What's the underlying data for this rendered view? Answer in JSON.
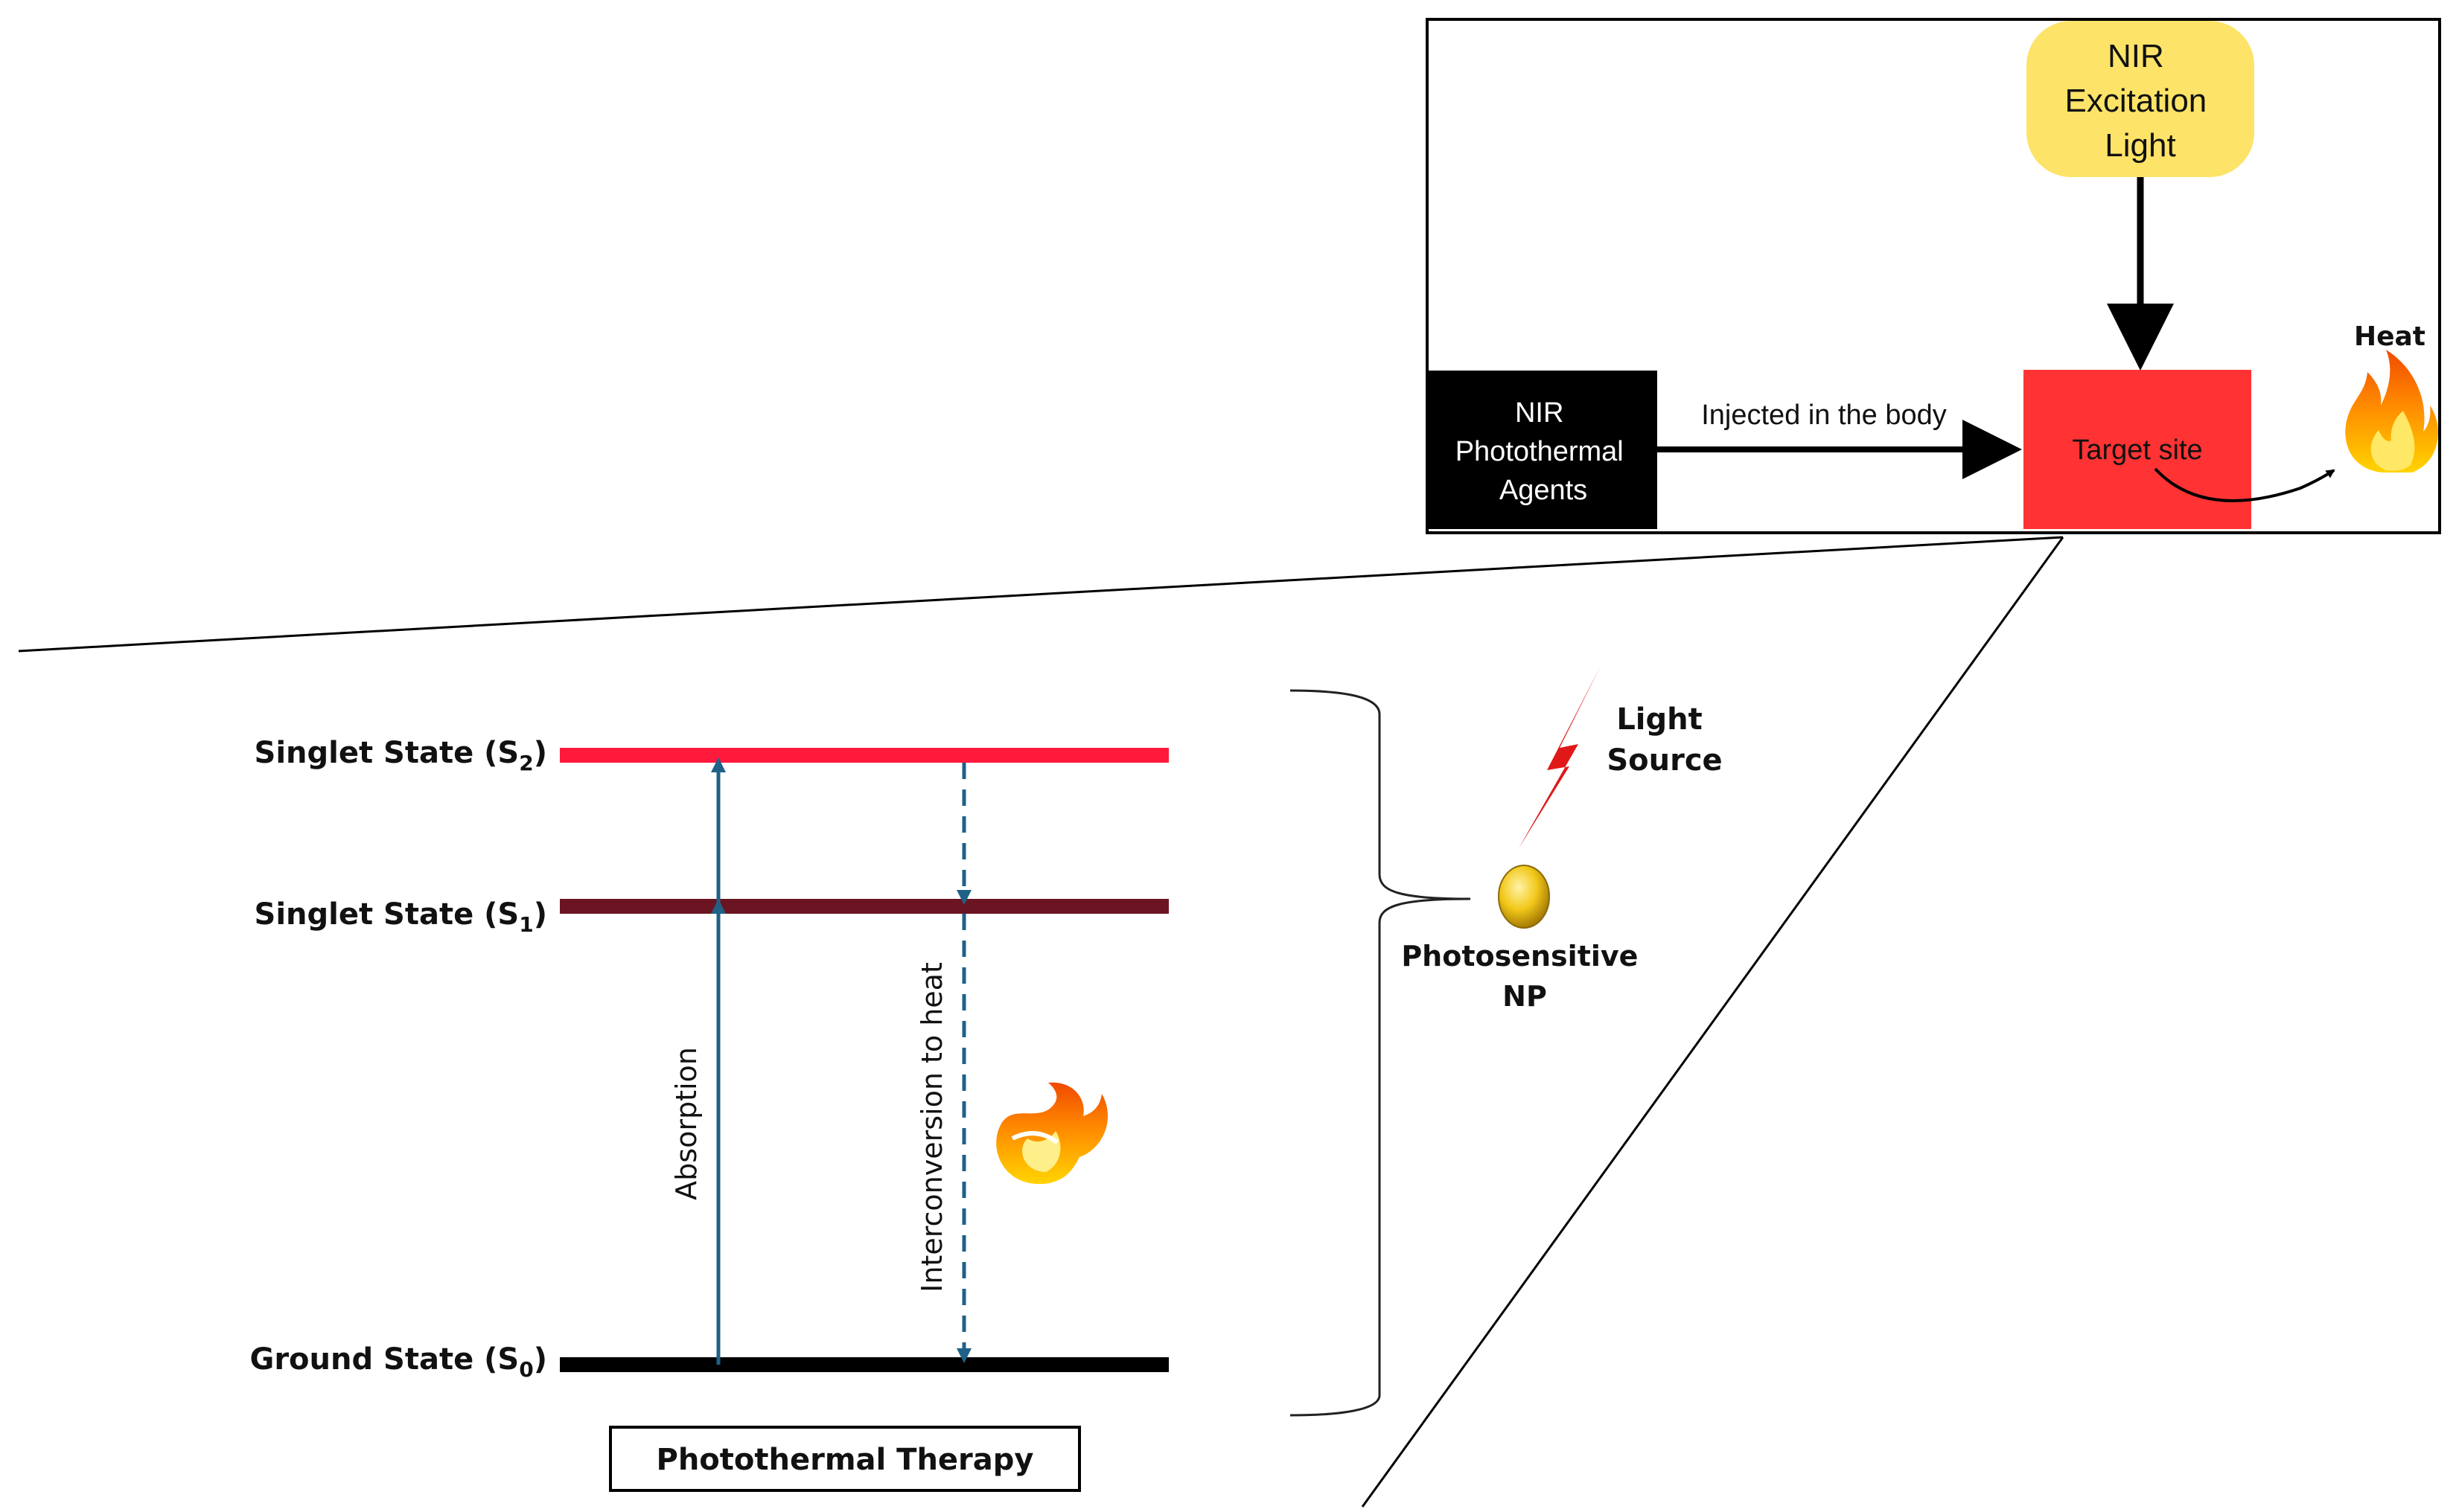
{
  "inset": {
    "light_box": [
      "NIR",
      "Excitation",
      "Light"
    ],
    "agents_box": [
      "NIR",
      "Photothermal",
      "Agents"
    ],
    "injected_label": "Injected in the body",
    "target_label": "Target site",
    "heat_label": "Heat"
  },
  "jablonski": {
    "s2_label": {
      "text": "Singlet State (S",
      "sub": "2",
      "close": ")"
    },
    "s1_label": {
      "text": "Singlet State (S",
      "sub": "1",
      "close": ")"
    },
    "s0_label": {
      "text": "Ground State (S",
      "sub": "0",
      "close": ")"
    },
    "absorption_label": "Absorption",
    "interconversion_label": "Interconversion to heat",
    "caption": "Photothermal Therapy"
  },
  "np": {
    "light_source": [
      "Light",
      "Source"
    ],
    "photosensitive": [
      "Photosensitive",
      "NP"
    ]
  },
  "colors": {
    "light_box": "#fde368",
    "agents_box": "#000000",
    "target_box": "#ff3333",
    "s2_line": "#ff1a3c",
    "s1_line": "#6b1522",
    "s0_line": "#000000",
    "arrow": "#1f6187",
    "bolt": "#e01818",
    "np": "#f2c81a"
  }
}
